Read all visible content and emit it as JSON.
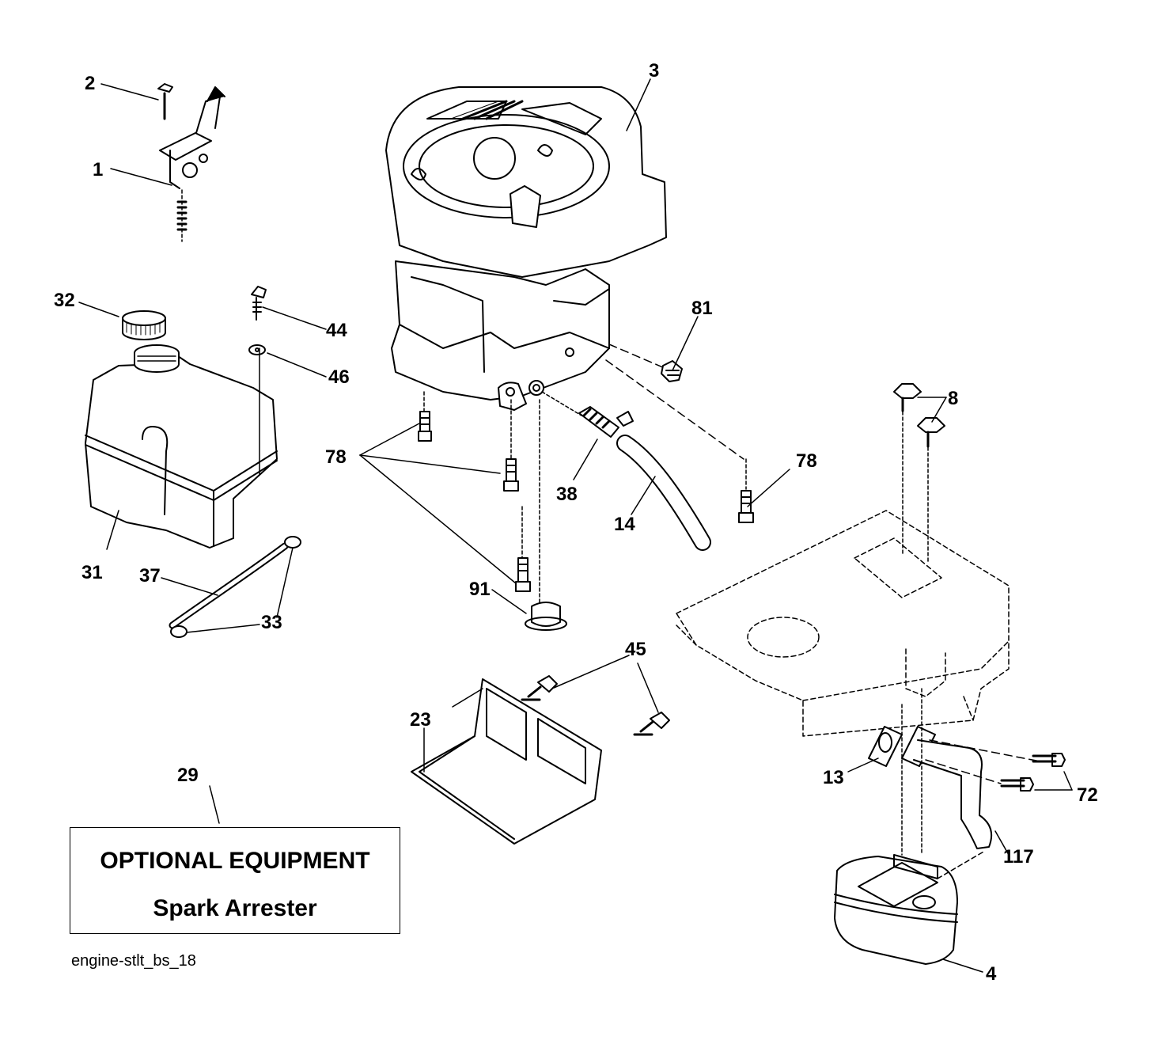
{
  "callouts": [
    "1",
    "2",
    "3",
    "4",
    "8",
    "13",
    "14",
    "23",
    "29",
    "31",
    "32",
    "33",
    "37",
    "38",
    "44",
    "45",
    "46",
    "72",
    "78",
    "78",
    "81",
    "91",
    "117"
  ],
  "optional_box": {
    "title": "OPTIONAL EQUIPMENT",
    "subtitle": "Spark Arrester"
  },
  "filename": "engine-stlt_bs_18",
  "line_color": "#000000",
  "fill_color": "#ffffff"
}
